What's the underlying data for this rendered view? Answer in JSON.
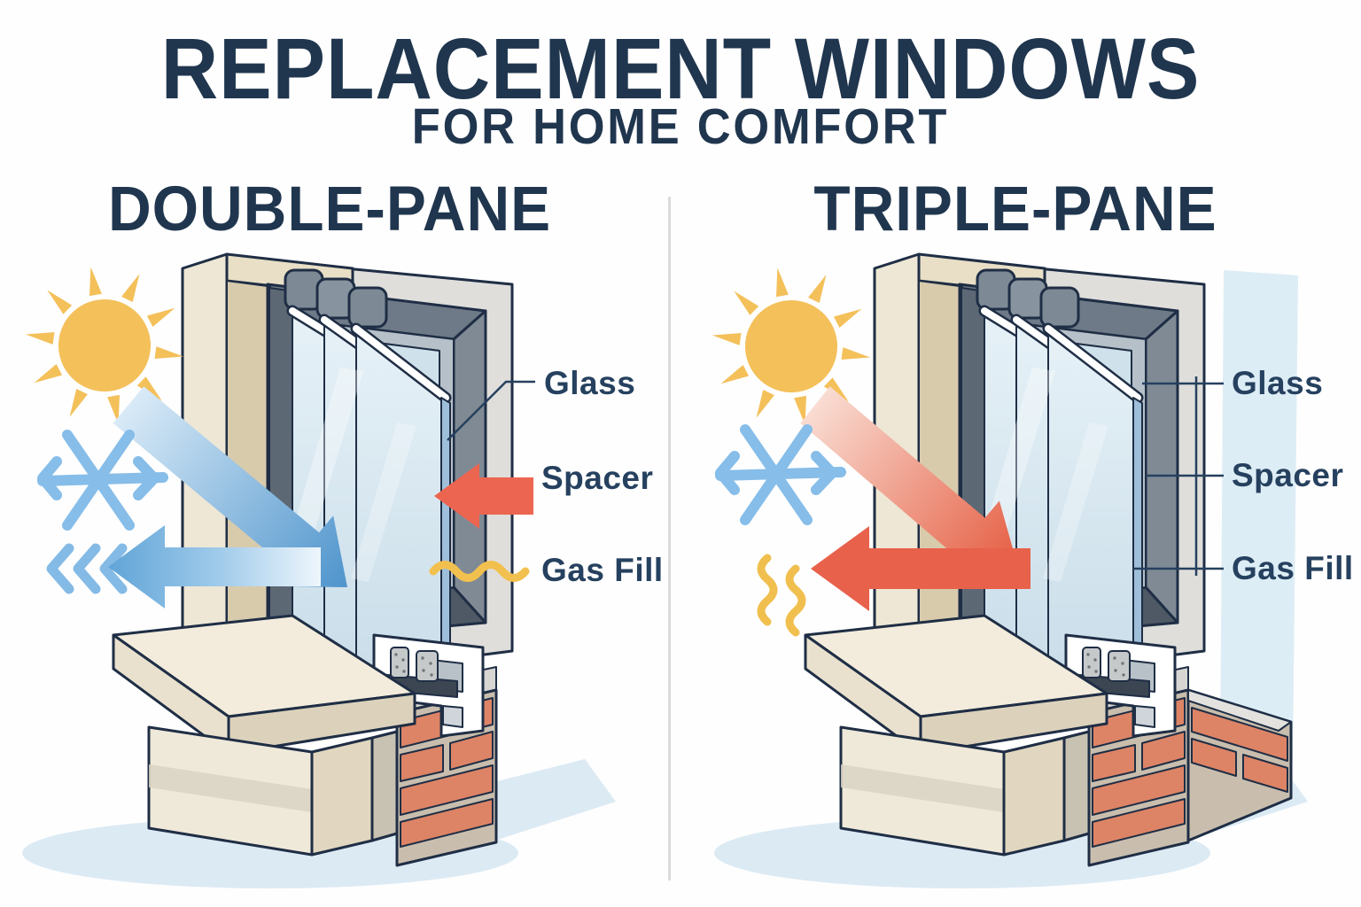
{
  "header": {
    "title": "REPLACEMENT WINDOWS",
    "subtitle": "FOR HOME COMFORT"
  },
  "panels": [
    {
      "heading": "DOUBLE-PANE",
      "labels": [
        {
          "text": "Glass"
        },
        {
          "text": "Spacer"
        },
        {
          "text": "Gas Fill"
        }
      ],
      "icons": [
        "sun-icon",
        "snowflake-icon",
        "heat-loss-diagonal-arrow",
        "draft-left-arrow",
        "draft-chevrons",
        "spacer-pointer-arrow",
        "gas-fill-wave"
      ]
    },
    {
      "heading": "TRIPLE-PANE",
      "labels": [
        {
          "text": "Glass"
        },
        {
          "text": "Spacer"
        },
        {
          "text": "Gas Fill"
        }
      ],
      "icons": [
        "sun-icon",
        "snowflake-icon",
        "solar-heat-diagonal-arrow",
        "reflected-heat-left-arrow",
        "heat-wave-squiggles"
      ]
    }
  ],
  "colors": {
    "navy_text": "#20364e",
    "label_text": "#26415f",
    "outline": "#1f2e45",
    "sun_yellow": "#f4c05a",
    "cold_blue": "#86bde9",
    "arrow_blue": "#5fa3d6",
    "heat_red": "#e8604a",
    "gas_yellow": "#f2c04e",
    "frame_beige": "#eee7d5",
    "frame_tan": "#d8cbac",
    "wall_gray": "#dfdedb",
    "glass_blue": "#d5e6ef",
    "pane_edge_blue": "#9fbeda",
    "brick_orange": "#dd8466",
    "mortar_gray": "#c9beae",
    "shadow_blue": "#dceaf4",
    "band_blue": "#ddedf5",
    "divider_gray": "#d9dbdc"
  }
}
